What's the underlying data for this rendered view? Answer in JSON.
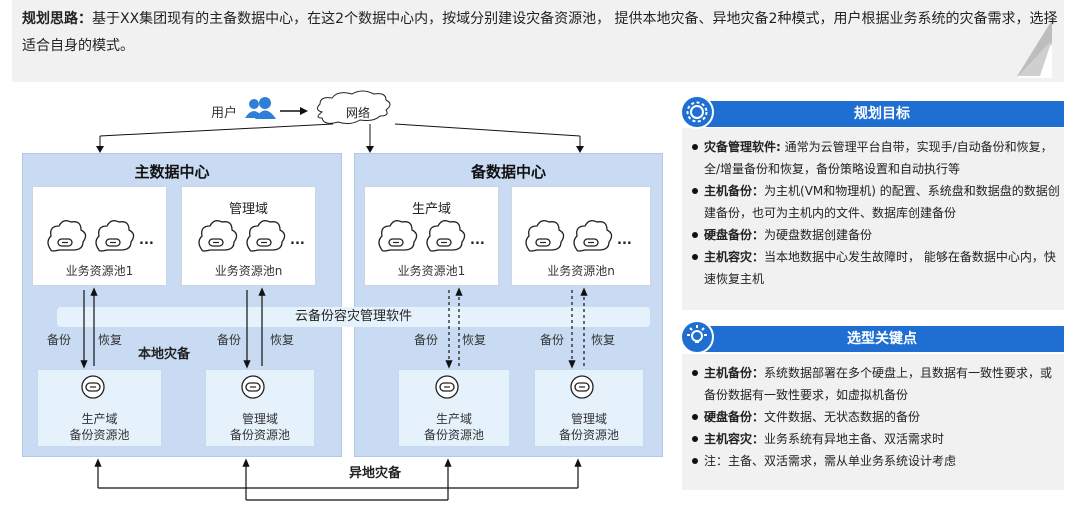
{
  "banner": {
    "bold": "规划思路：",
    "text": "基于XX集团现有的主备数据中心，在这2个数据中心内，按域分别建设灾备资源池， 提供本地灾备、异地灾备2种模式，用户根据业务系统的灾备需求，选择适合自身的模式。"
  },
  "top": {
    "user": "用户",
    "network": "网络"
  },
  "main_dc": {
    "title": "主数据中心",
    "pool1": {
      "title": "",
      "label": "业务资源池1"
    },
    "pool2": {
      "title": "管理域",
      "label": "业务资源池n"
    },
    "backup1": "生产域\n备份资源池",
    "backup2": "管理域\n备份资源池",
    "backup_label": "备份",
    "restore_label": "恢复",
    "local_dr": "本地灾备"
  },
  "backup_dc": {
    "title": "备数据中心",
    "pool1": {
      "title": "生产域",
      "label": "业务资源池1"
    },
    "pool2": {
      "title": "",
      "label": "业务资源池n"
    },
    "backup1": "生产域\n备份资源池",
    "backup2": "管理域\n备份资源池",
    "backup_label": "备份",
    "restore_label": "恢复"
  },
  "mgmt_software": "云备份容灾管理软件",
  "remote_dr": "异地灾备",
  "dots": "...",
  "goals": {
    "title": "规划目标",
    "items": [
      {
        "bold": "灾备管理软件:",
        "text": " 通常为云管理平台自带，实现手/自动备份和恢复，全/增量备份和恢复，备份策略设置和自动执行等"
      },
      {
        "bold": "主机备份：",
        "text": "为主机(VM和物理机) 的配置、系统盘和数据盘的数据创建备份，也可为主机内的文件、数据库创建备份"
      },
      {
        "bold": "硬盘备份：",
        "text": "为硬盘数据创建备份"
      },
      {
        "bold": "主机容灾：",
        "text": "当本地数据中心发生故障时， 能够在备数据中心内，快速恢复主机"
      }
    ]
  },
  "keypoints": {
    "title": "选型关键点",
    "items": [
      {
        "bold": "主机备份：",
        "text": "系统数据部署在多个硬盘上，且数据有一致性要求，或备份数据有一致性要求，如虚拟机备份"
      },
      {
        "bold": "硬盘备份：",
        "text": "文件数据、无状态数据的备份"
      },
      {
        "bold": "主机容灾：",
        "text": "业务系统有异地主备、双活需求时"
      },
      {
        "bold": "",
        "text": "注：主备、双活需求，需从单业务系统设计考虑"
      }
    ]
  },
  "colors": {
    "accent": "#1f6fd2",
    "dc_bg": "#c9dbf2",
    "banner_bg": "#f1f1f1"
  },
  "icons": [
    "user-group-icon",
    "cloud-icon",
    "cloud-disk-icon",
    "backup-disk-icon",
    "gear-icon",
    "lightbulb-icon"
  ]
}
